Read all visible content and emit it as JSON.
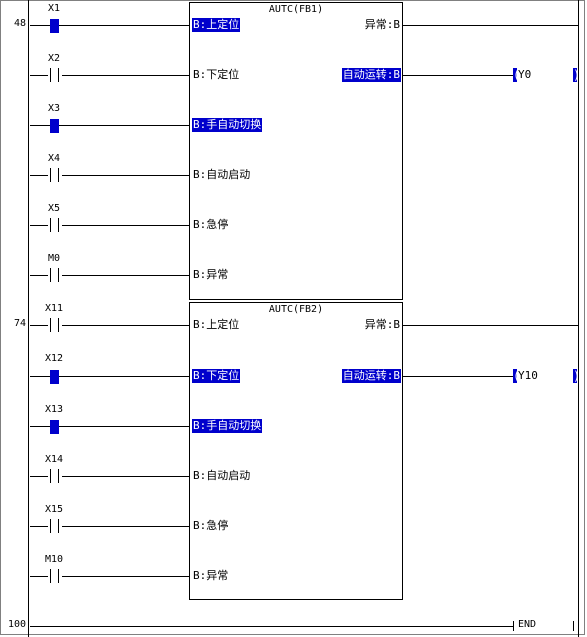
{
  "blocks": [
    {
      "step": "48",
      "title": "AUTC(FB1)",
      "inputs": [
        {
          "contact": "X1",
          "pin": "B:上定位",
          "active": true,
          "highlight": true
        },
        {
          "contact": "X2",
          "pin": "B:下定位",
          "active": false,
          "highlight": false
        },
        {
          "contact": "X3",
          "pin": "B:手自动切换",
          "active": true,
          "highlight": true
        },
        {
          "contact": "X4",
          "pin": "B:自动启动",
          "active": false,
          "highlight": false
        },
        {
          "contact": "X5",
          "pin": "B:急停",
          "active": false,
          "highlight": false
        },
        {
          "contact": "M0",
          "pin": "B:异常",
          "active": false,
          "highlight": false
        }
      ],
      "outputs": [
        {
          "pin": "异常:B",
          "highlight": false
        },
        {
          "pin": "自动运转:B",
          "highlight": true,
          "coil": "Y0"
        }
      ]
    },
    {
      "step": "74",
      "title": "AUTC(FB2)",
      "inputs": [
        {
          "contact": "X11",
          "pin": "B:上定位",
          "active": false,
          "highlight": false
        },
        {
          "contact": "X12",
          "pin": "B:下定位",
          "active": true,
          "highlight": true
        },
        {
          "contact": "X13",
          "pin": "B:手自动切换",
          "active": true,
          "highlight": true
        },
        {
          "contact": "X14",
          "pin": "B:自动启动",
          "active": false,
          "highlight": false
        },
        {
          "contact": "X15",
          "pin": "B:急停",
          "active": false,
          "highlight": false
        },
        {
          "contact": "M10",
          "pin": "B:异常",
          "active": false,
          "highlight": false
        }
      ],
      "outputs": [
        {
          "pin": "异常:B",
          "highlight": false
        },
        {
          "pin": "自动运转:B",
          "highlight": true,
          "coil": "Y10"
        }
      ]
    }
  ],
  "end": {
    "step": "100",
    "label": "END"
  },
  "colors": {
    "highlight": "#0000cc",
    "line": "#000000",
    "background": "#ffffff"
  }
}
